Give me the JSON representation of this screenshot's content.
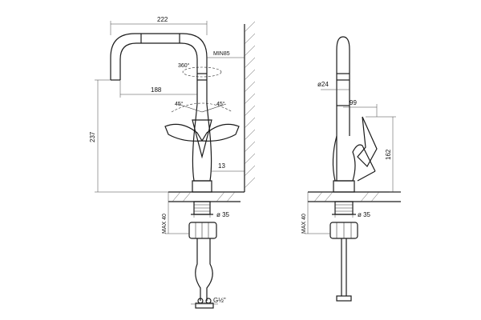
{
  "front_view": {
    "dim_reach": "222",
    "dim_min": "MIN85",
    "dim_rotation": "360°",
    "dim_spout_inner": "188",
    "dim_angle_left": "45°",
    "dim_angle_right": "45°",
    "dim_height": "237",
    "dim_offset": "13",
    "dim_thread": "ø 35",
    "dim_max": "MAX 40",
    "dim_hose": "G½\""
  },
  "side_view": {
    "dim_spout": "ø24",
    "dim_lever_reach": "99",
    "dim_lever_height": "162",
    "dim_thread": "ø 35",
    "dim_max": "MAX 40"
  }
}
